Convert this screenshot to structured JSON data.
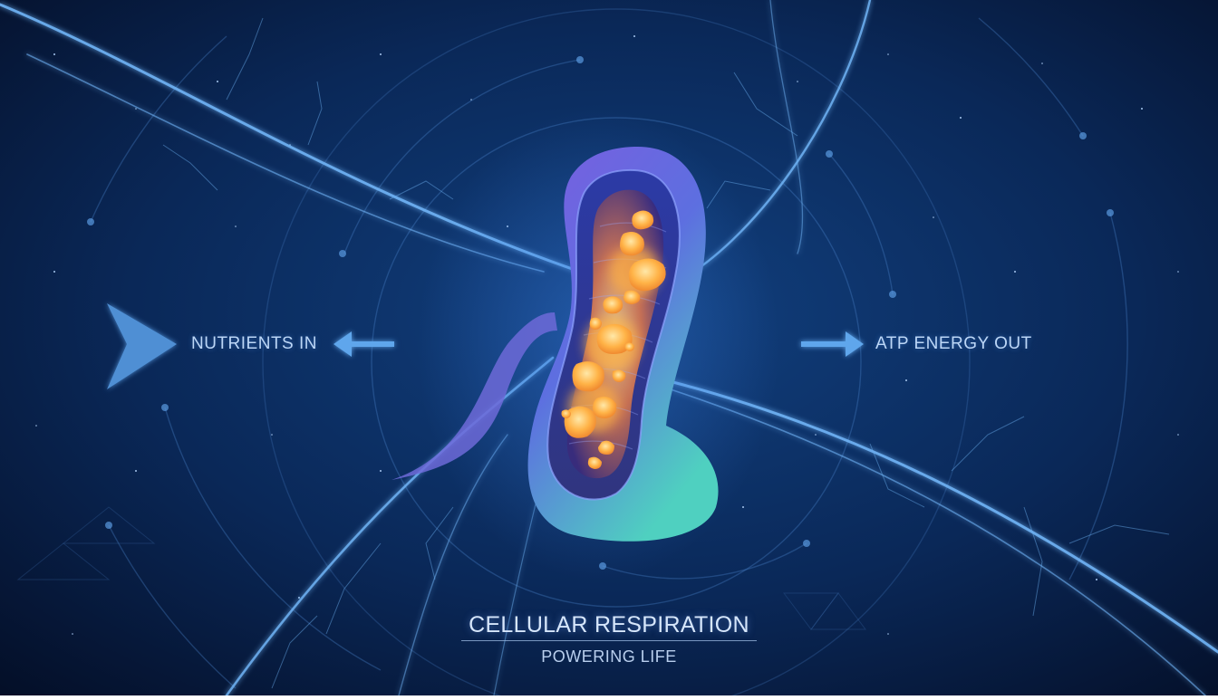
{
  "diagram": {
    "title": "CELLULAR RESPIRATION",
    "subtitle": "POWERING LIFE",
    "input_label": "NUTRIENTS IN",
    "output_label": "ATP ENERGY OUT",
    "center_element": "mitochondrion",
    "icons": [
      "play-triangle-icon",
      "left-arrow-icon",
      "right-arrow-icon"
    ]
  },
  "colors": {
    "background_center": "#103a78",
    "background_edge": "#04102a",
    "accent_blue": "#5aa7e8",
    "membrane_purple": "#6f66d8",
    "membrane_teal": "#4fc7c0",
    "matrix_glow": "#ffb347"
  }
}
